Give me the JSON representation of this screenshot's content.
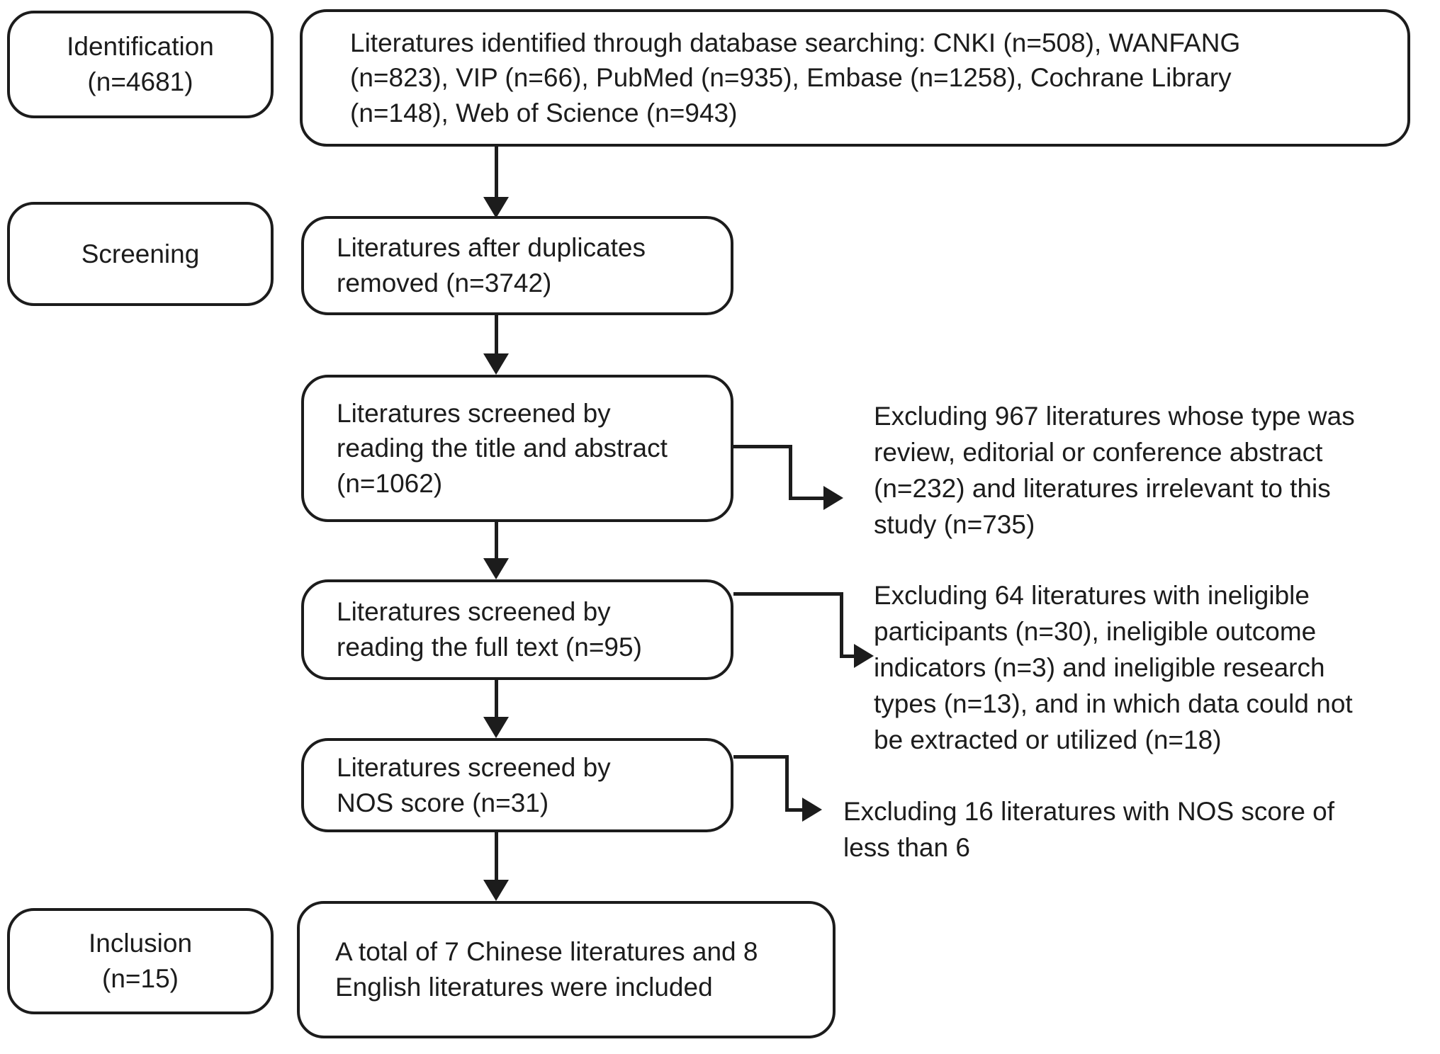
{
  "stages": {
    "identification": "Identification\n(n=4681)",
    "screening": "Screening",
    "inclusion": "Inclusion\n(n=15)"
  },
  "flow": {
    "search": "Literatures identified through database searching: CNKI (n=508), WANFANG\n(n=823), VIP (n=66), PubMed (n=935), Embase (n=1258), Cochrane Library\n(n=148), Web of Science (n=943)",
    "duplicates": "Literatures after duplicates\nremoved (n=3742)",
    "title_abstract": "Literatures screened by\nreading the title and abstract\n(n=1062)",
    "full_text": "Literatures screened by\nreading the full text (n=95)",
    "nos_score": "Literatures screened by\nNOS score (n=31)",
    "included": "A total of 7 Chinese literatures and 8\nEnglish literatures were included"
  },
  "exclusions": {
    "first": "Excluding 967 literatures whose type was\nreview, editorial or conference abstract\n(n=232) and literatures irrelevant to this\nstudy (n=735)",
    "second": "Excluding 64 literatures with ineligible\nparticipants (n=30), ineligible outcome\nindicators (n=3) and ineligible research\ntypes (n=13), and in which data could not\nbe extracted or utilized (n=18)",
    "third": "Excluding 16 literatures with NOS score of\nless than 6"
  },
  "colors": {
    "line": "#1c1c1c",
    "background": "#ffffff"
  }
}
